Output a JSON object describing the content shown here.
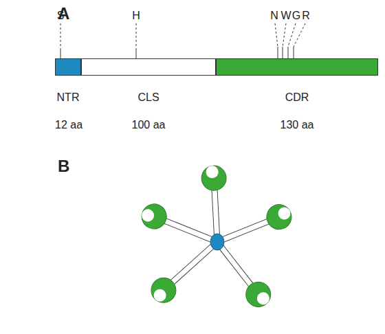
{
  "diagram": {
    "nodes": [
      {
        "text": [
          "NTR",
          "12 aa"
        ]
      },
      {
        "text": [
          "CLS",
          "100 aa"
        ]
      },
      {
        "text": [
          "CDR",
          "130 aa"
        ]
      }
    ],
    "labels": [
      "A",
      "S",
      "H",
      "N",
      "W",
      "G",
      "R",
      "B"
    ]
  }
}
